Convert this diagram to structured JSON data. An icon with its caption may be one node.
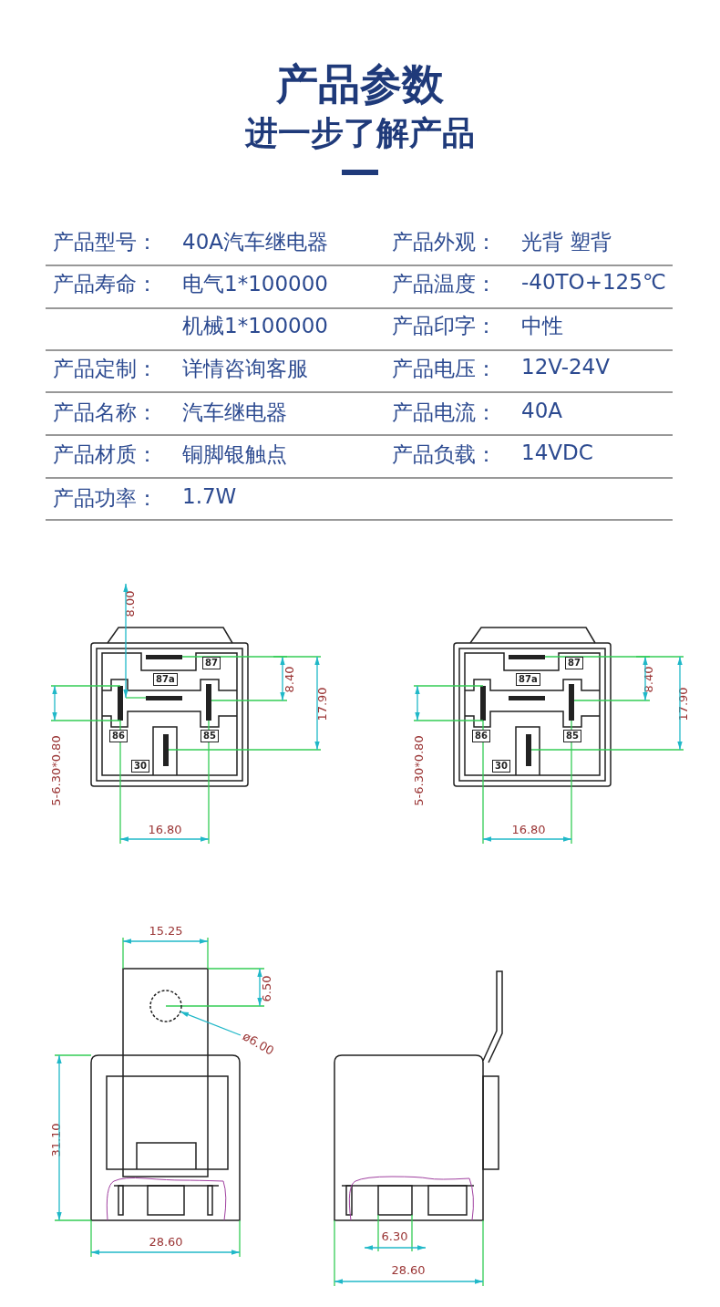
{
  "diagram": {
    "title": "产品参数",
    "nodes": [
      {
        "text": [
          "87"
        ]
      },
      {
        "text": [
          "87a"
        ]
      },
      {
        "text": [
          "86"
        ]
      },
      {
        "text": [
          "85"
        ]
      },
      {
        "text": [
          "30"
        ]
      },
      {
        "text": [
          "87"
        ]
      },
      {
        "text": [
          "87a"
        ]
      },
      {
        "text": [
          "86"
        ]
      },
      {
        "text": [
          "85"
        ]
      },
      {
        "text": [
          "30"
        ]
      },
      {
        "text": [
          "ø6.00"
        ]
      },
      {
        "text": [],
        "shape": "circle"
      }
    ],
    "edges": [
      {
        "from": 10,
        "to": 11,
        "arrow": "to"
      }
    ],
    "labels": [
      "进一步了解产品",
      "产品型号：",
      "40A汽车继电器",
      "产品外观：",
      "光背 塑背",
      "产品寿命：",
      "电气1*100000",
      "产品温度：",
      "-40TO+125℃",
      "机械1*100000",
      "产品印字：",
      "中性",
      "产品定制：",
      "详情咨询客服",
      "产品电压：",
      "12V-24V",
      "产品名称：",
      "汽车继电器",
      "产品电流：",
      "40A",
      "产品材质：",
      "铜脚银触点",
      "产品负载：",
      "14VDC",
      "产品功率：",
      "1.7W",
      "8.00",
      "8.40",
      "17.90",
      "5-6.30*0.80",
      "16.80",
      "8.40",
      "17.90",
      "5-6.30*0.80",
      "16.80",
      "15.25",
      "6.50",
      "31.10",
      "28.60",
      "6.30",
      "28.60"
    ]
  }
}
